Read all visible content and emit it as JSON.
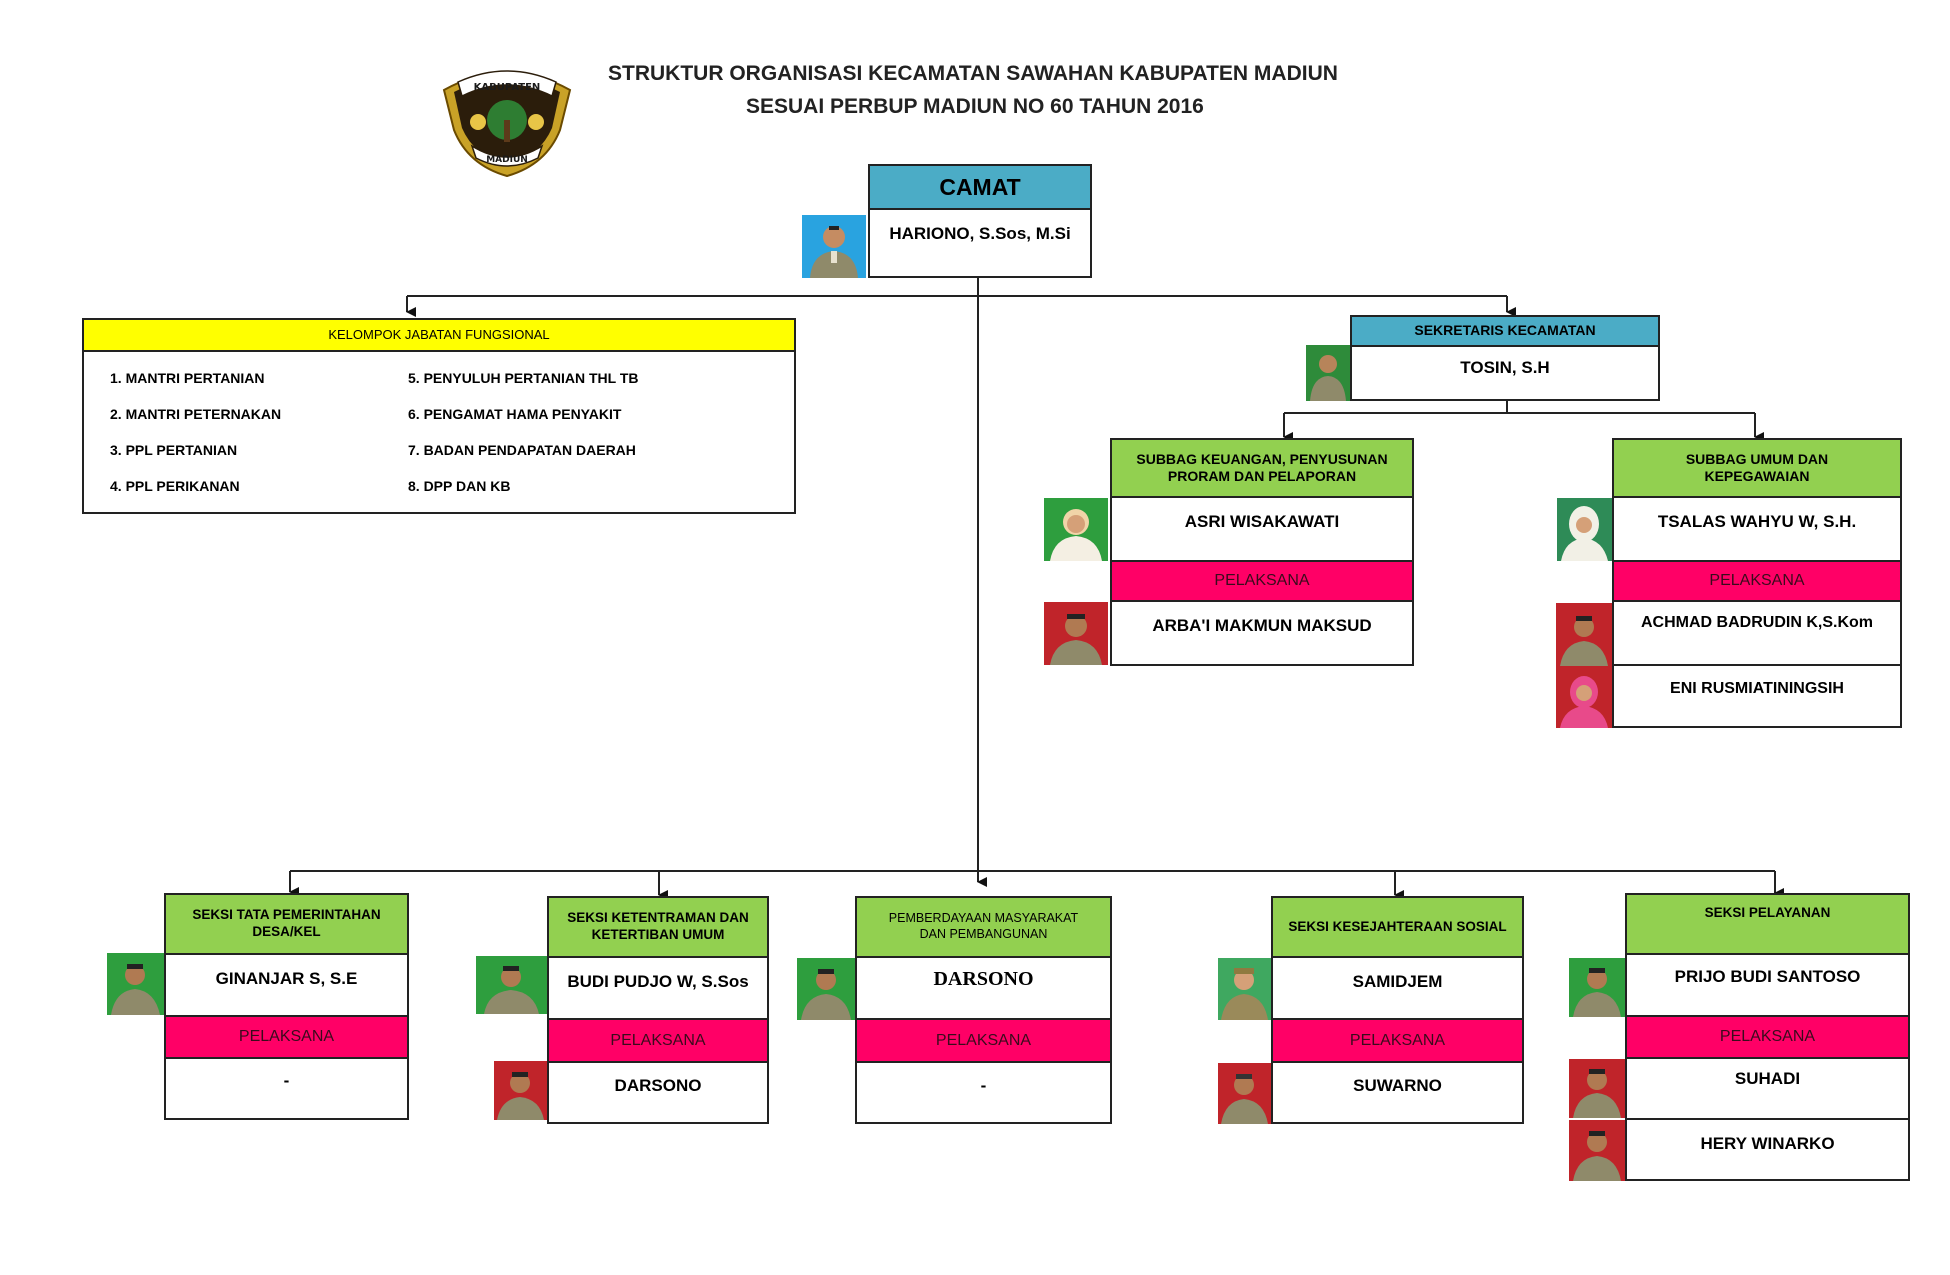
{
  "title": {
    "line1": "STRUKTUR ORGANISASI KECAMATAN SAWAHAN KABUPATEN MADIUN",
    "line2": "SESUAI PERBUP MADIUN NO 60 TAHUN 2016"
  },
  "logo": {
    "top_text": "KABUPATEN",
    "bottom_text": "MADIUN"
  },
  "camat": {
    "title": "CAMAT",
    "name": "HARIONO, S.Sos, M.Si"
  },
  "fungsional": {
    "title": "KELOMPOK JABATAN FUNGSIONAL",
    "items": [
      "1. MANTRI PERTANIAN",
      "2. MANTRI PETERNAKAN",
      "3. PPL PERTANIAN",
      "4. PPL PERIKANAN",
      "5. PENYULUH PERTANIAN THL TB",
      "6. PENGAMAT HAMA PENYAKIT",
      "7. BADAN PENDAPATAN DAERAH",
      "8. DPP DAN KB"
    ]
  },
  "sekretaris": {
    "title": "SEKRETARIS KECAMATAN",
    "name": "TOSIN, S.H"
  },
  "subbag_keuangan": {
    "title": "SUBBAG KEUANGAN, PENYUSUNAN PRORAM DAN PELAPORAN",
    "name": "ASRI WISAKAWATI",
    "pelaksana_label": "PELAKSANA",
    "pelaksana": [
      "ARBA'I MAKMUN MAKSUD"
    ]
  },
  "subbag_umum": {
    "title": "SUBBAG UMUM DAN KEPEGAWAIAN",
    "name": "TSALAS WAHYU W, S.H.",
    "pelaksana_label": "PELAKSANA",
    "pelaksana": [
      "ACHMAD BADRUDIN K,S.Kom",
      "ENI RUSMIATININGSIH"
    ]
  },
  "seksi": [
    {
      "title": "SEKSI TATA PEMERINTAHAN DESA/KEL",
      "name": "GINANJAR S, S.E",
      "pelaksana_label": "PELAKSANA",
      "pelaksana": [
        "-"
      ]
    },
    {
      "title": "SEKSI KETENTRAMAN DAN KETERTIBAN UMUM",
      "name": "BUDI PUDJO W, S.Sos",
      "pelaksana_label": "PELAKSANA",
      "pelaksana": [
        "DARSONO"
      ]
    },
    {
      "title": "PEMBERDAYAAN MASYARAKAT DAN PEMBANGUNAN",
      "name": "DARSONO",
      "pelaksana_label": "PELAKSANA",
      "pelaksana": [
        "-"
      ]
    },
    {
      "title": "SEKSI KESEJAHTERAAN SOSIAL",
      "name": "SAMIDJEM",
      "pelaksana_label": "PELAKSANA",
      "pelaksana": [
        "SUWARNO"
      ]
    },
    {
      "title": "SEKSI PELAYANAN",
      "name": "PRIJO BUDI SANTOSO",
      "pelaksana_label": "PELAKSANA",
      "pelaksana": [
        "SUHADI",
        "HERY WINARKO"
      ]
    }
  ],
  "colors": {
    "header_blue": "#4bacc6",
    "header_green": "#92d050",
    "header_yellow": "#ffff00",
    "pelaksana_pink": "#ff0066"
  }
}
